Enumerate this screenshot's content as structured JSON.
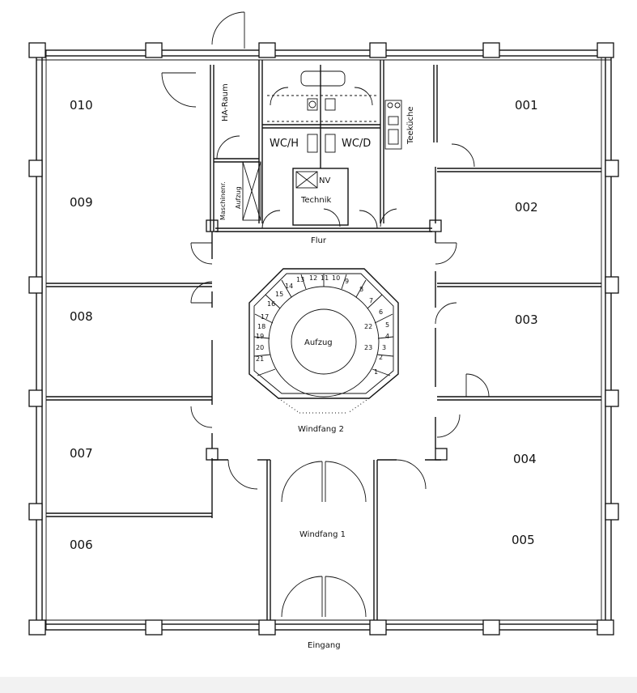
{
  "rooms": {
    "r010": "010",
    "r009": "009",
    "r008": "008",
    "r007": "007",
    "r006": "006",
    "r001": "001",
    "r002": "002",
    "r003": "003",
    "r004": "004",
    "r005": "005"
  },
  "labels": {
    "ha_raum": "HA-Raum",
    "maschinen": "Maschinenr.",
    "aufzug_small": "Aufzug",
    "wc_h": "WC/H",
    "wc_d": "WC/D",
    "teekueche": "Teeküche",
    "nv": "NV",
    "technik": "Technik",
    "flur": "Flur",
    "aufzug": "Aufzug",
    "windfang2": "Windfang 2",
    "windfang1": "Windfang 1",
    "eingang": "Eingang"
  },
  "stair_numbers": [
    "1",
    "2",
    "3",
    "4",
    "5",
    "6",
    "7",
    "8",
    "9",
    "10",
    "11",
    "12",
    "13",
    "14",
    "15",
    "16",
    "17",
    "18",
    "19",
    "20",
    "21",
    "22",
    "23"
  ]
}
